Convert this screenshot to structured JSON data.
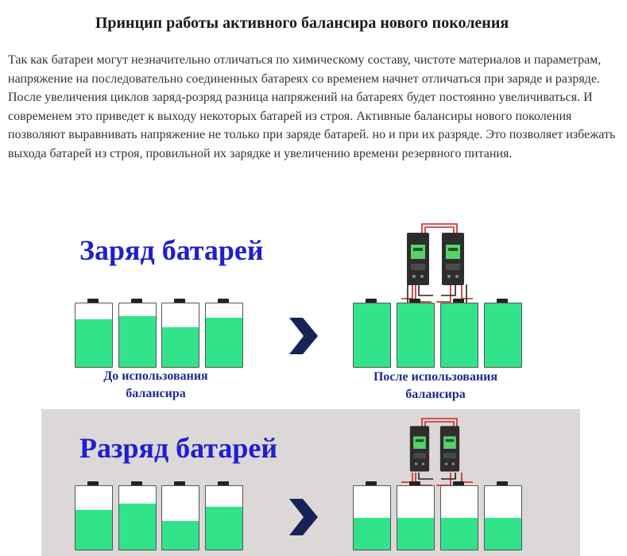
{
  "title": "Принцип работы активного балансира нового поколения",
  "intro": "Так как батареи могут незначительно отличаться по химическому составу, чистоте материалов и параметрам, напряжение на последовательно соединенных батареях со временем начнет отличаться при заряде и разряде. После увеличения циклов заряд-розряд разница напряжений на батареях будет постоянно увеличиваться. И современем это приведет к выходу некоторых батарей из строя. Активные балансиры нового поколения позволяют выравнивать напряжение не только при заряде батарей. но и при их разряде. Это позволяет избежать выхода батарей из строя, провильной их зарядке и увеличению времени резервного питания.",
  "colors": {
    "heading_blue": "#1f1fd0",
    "caption_navy": "#1d2b8c",
    "charge_green": "#33e38a",
    "arrow_navy": "#152358",
    "discharge_bg": "#ddd8d8"
  },
  "charge": {
    "title": "Заряд батарей",
    "before_caption_line1": "До использования",
    "before_caption_line2": "балансира",
    "after_caption_line1": "После использования",
    "after_caption_line2": "балансира",
    "before_levels": [
      0.75,
      0.8,
      0.62,
      0.78
    ],
    "after_levels": [
      1.0,
      1.0,
      1.0,
      1.0
    ]
  },
  "discharge": {
    "title": "Разряд батарей",
    "before_levels": [
      0.62,
      0.72,
      0.45,
      0.68
    ],
    "after_levels": [
      0.5,
      0.5,
      0.5,
      0.5
    ]
  },
  "icons": {
    "arrow": "right-arrow-icon",
    "balancer": "balancer-module-icon"
  }
}
